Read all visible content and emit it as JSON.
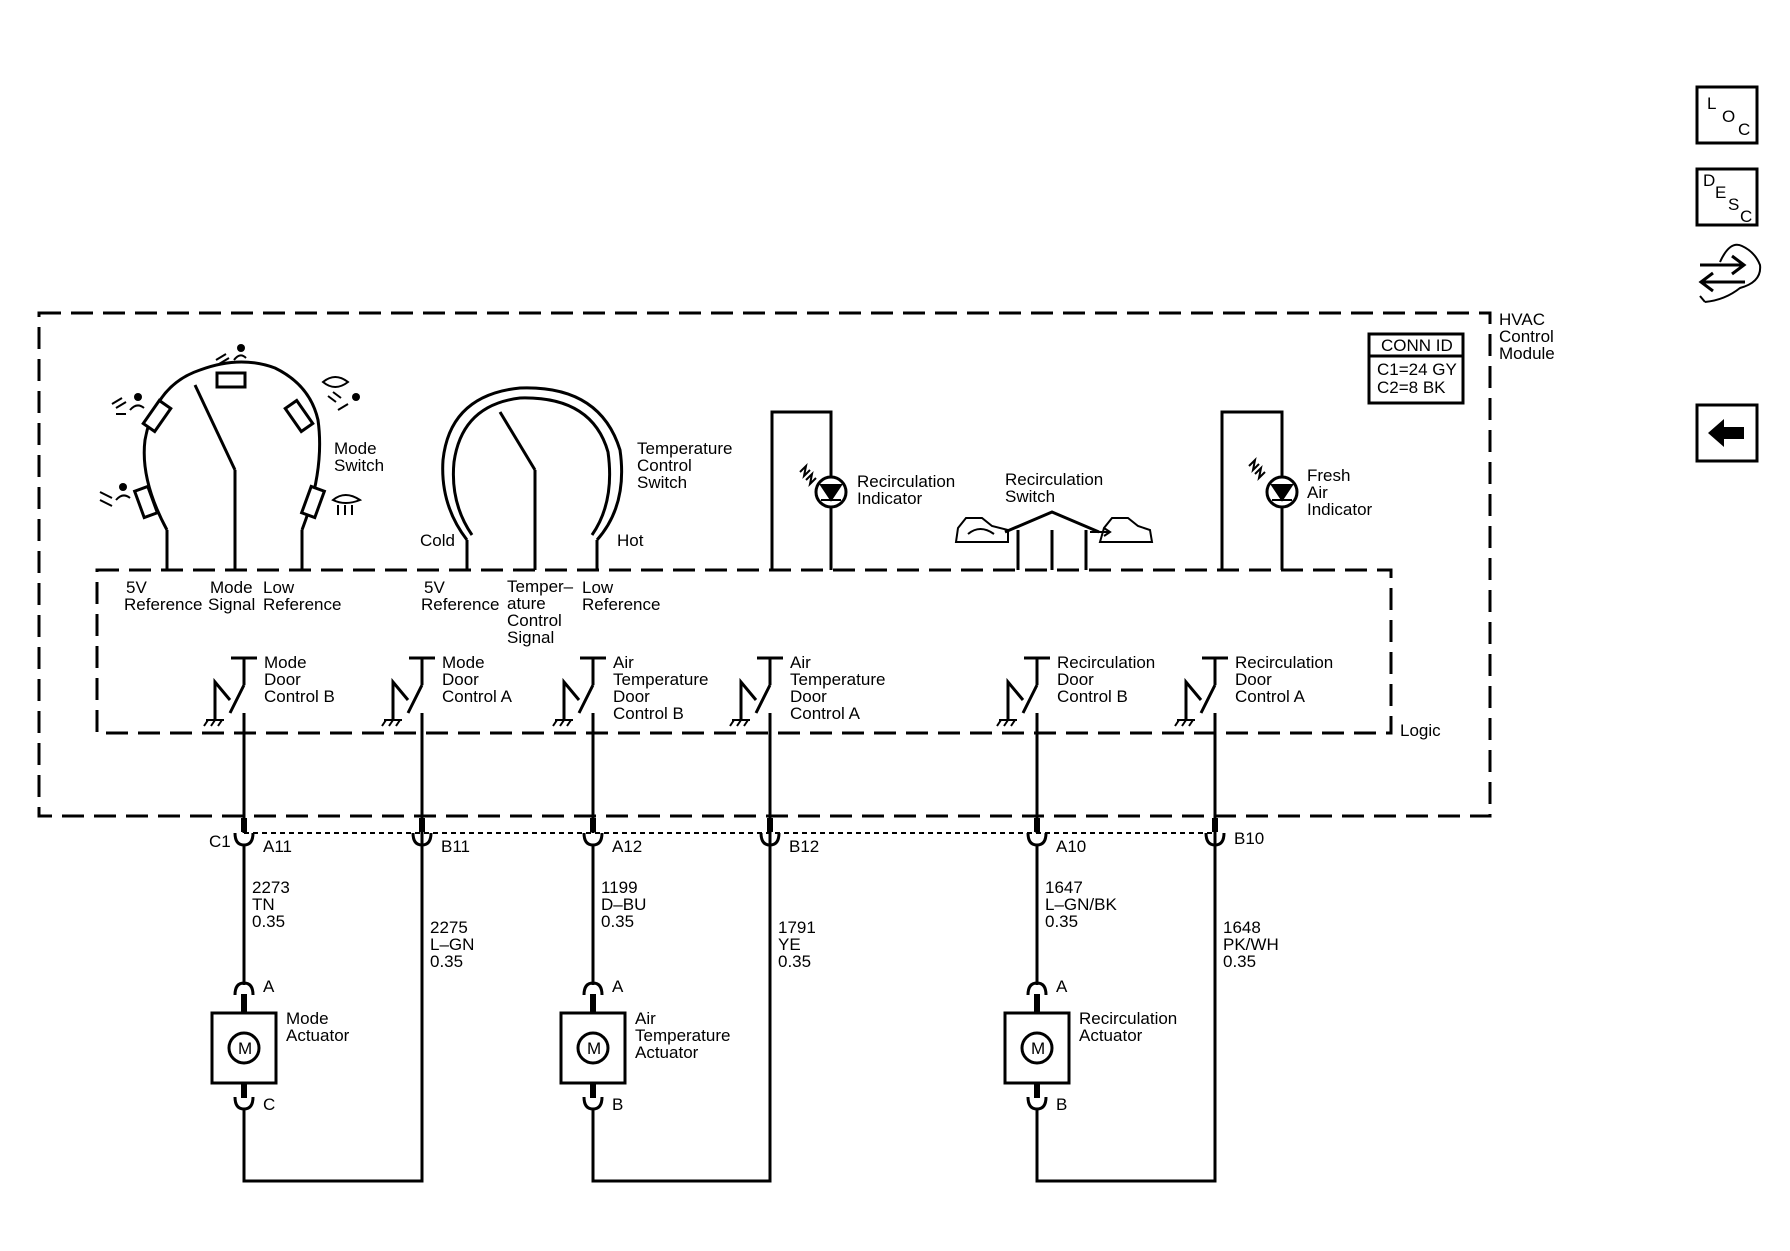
{
  "nav": {
    "loc_letters": [
      "L",
      "O",
      "C"
    ],
    "desc_letters": [
      "D",
      "E",
      "S",
      "C"
    ]
  },
  "module": {
    "name_lines": [
      "HVAC",
      "Control",
      "Module"
    ],
    "conn_id_title": "CONN ID",
    "conn_id_lines": [
      "C1=24 GY",
      "C2=8 BK"
    ],
    "logic_label": "Logic"
  },
  "mode_switch": {
    "label_lines": [
      "Mode",
      "Switch"
    ],
    "terminals": [
      [
        "5V",
        "Reference"
      ],
      [
        "Mode",
        "Signal"
      ],
      [
        "Low",
        "Reference"
      ]
    ]
  },
  "temp_switch": {
    "label_lines": [
      "Temperature",
      "Control",
      "Switch"
    ],
    "cold": "Cold",
    "hot": "Hot",
    "terminals": [
      [
        "5V",
        "Reference"
      ],
      [
        "Temper–",
        "ature",
        "Control",
        "Signal"
      ],
      [
        "Low",
        "Reference"
      ]
    ]
  },
  "recirc_indicator": {
    "label_lines": [
      "Recirculation",
      "Indicator"
    ]
  },
  "recirc_switch": {
    "label_lines": [
      "Recirculation",
      "Switch"
    ]
  },
  "fresh_indicator": {
    "label_lines": [
      "Fresh",
      "Air",
      "Indicator"
    ]
  },
  "drivers": [
    {
      "label_lines": [
        "Mode",
        "Door",
        "Control B"
      ]
    },
    {
      "label_lines": [
        "Mode",
        "Door",
        "Control A"
      ]
    },
    {
      "label_lines": [
        "Air",
        "Temperature",
        "Door",
        "Control B"
      ]
    },
    {
      "label_lines": [
        "Air",
        "Temperature",
        "Door",
        "Control A"
      ]
    },
    {
      "label_lines": [
        "Recirculation",
        "Door",
        "Control B"
      ]
    },
    {
      "label_lines": [
        "Recirculation",
        "Door",
        "Control A"
      ]
    }
  ],
  "connector": {
    "name": "C1",
    "pins": [
      "A11",
      "B11",
      "A12",
      "B12",
      "A10",
      "B10"
    ]
  },
  "wires": [
    {
      "circuit": "2273",
      "color": "TN",
      "gauge": "0.35"
    },
    {
      "circuit": "2275",
      "color": "L–GN",
      "gauge": "0.35"
    },
    {
      "circuit": "1199",
      "color": "D–BU",
      "gauge": "0.35"
    },
    {
      "circuit": "1791",
      "color": "YE",
      "gauge": "0.35"
    },
    {
      "circuit": "1647",
      "color": "L–GN/BK",
      "gauge": "0.35"
    },
    {
      "circuit": "1648",
      "color": "PK/WH",
      "gauge": "0.35"
    }
  ],
  "actuators": [
    {
      "label_lines": [
        "Mode",
        "Actuator"
      ],
      "top_pin": "A",
      "bottom_pin": "C",
      "motor": "M"
    },
    {
      "label_lines": [
        "Air",
        "Temperature",
        "Actuator"
      ],
      "top_pin": "A",
      "bottom_pin": "B",
      "motor": "M"
    },
    {
      "label_lines": [
        "Recirculation",
        "Actuator"
      ],
      "top_pin": "A",
      "bottom_pin": "B",
      "motor": "M"
    }
  ]
}
